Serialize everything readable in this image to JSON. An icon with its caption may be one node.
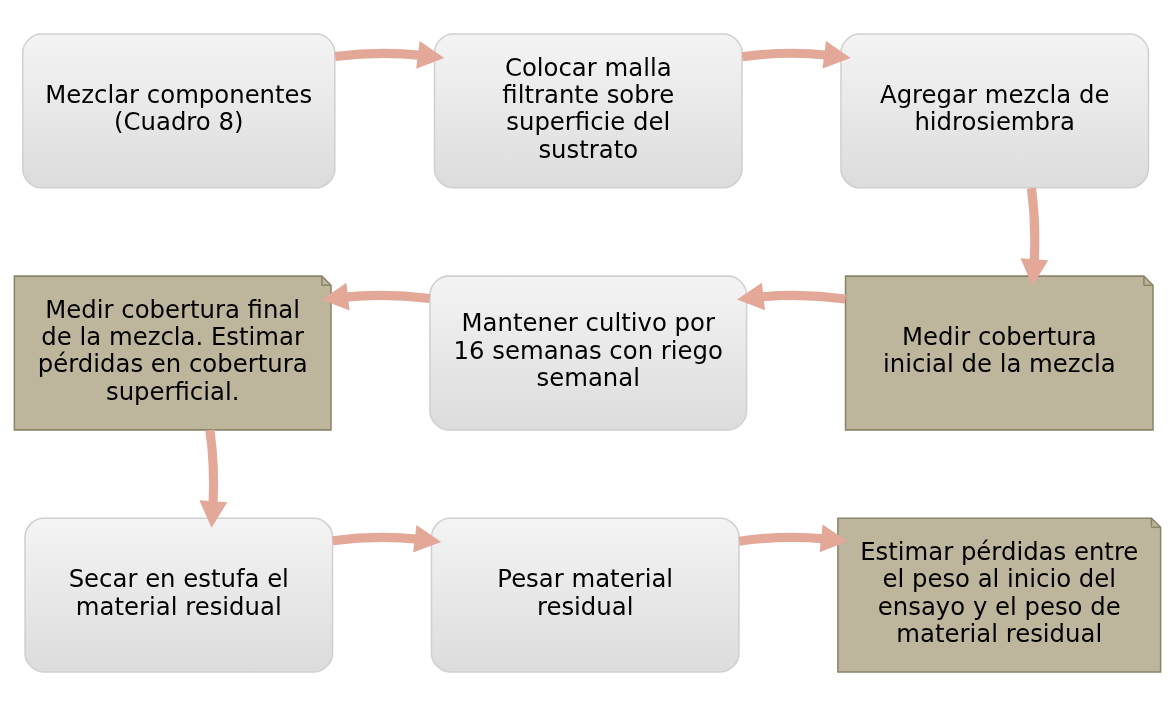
{
  "diagram": {
    "nodes": [
      {
        "text": [
          "Mezclar componentes (Cuadro 8)"
        ]
      },
      {
        "text": [
          "Colocar malla filtrante sobre superficie del sustrato"
        ]
      },
      {
        "text": [
          "Agregar mezcla de hidrosiembra"
        ]
      },
      {
        "text": [
          "Medir cobertura inicial de la mezcla"
        ]
      },
      {
        "text": [
          "Mantener cultivo por 16 semanas con riego semanal"
        ]
      },
      {
        "text": [
          "Medir cobertura final de la mezcla. Estimar pérdidas en cobertura superficial."
        ]
      },
      {
        "text": [
          "Secar en estufa el material residual"
        ]
      },
      {
        "text": [
          "Pesar material residual"
        ]
      },
      {
        "text": [
          "Estimar pérdidas entre el peso al inicio del ensayo y el peso de material residual"
        ]
      }
    ],
    "edges": [
      {
        "from": 0,
        "to": 1,
        "arrow": "to"
      },
      {
        "from": 1,
        "to": 2,
        "arrow": "to"
      },
      {
        "from": 2,
        "to": 3,
        "arrow": "to"
      },
      {
        "from": 3,
        "to": 4,
        "arrow": "to"
      },
      {
        "from": 4,
        "to": 5,
        "arrow": "to"
      },
      {
        "from": 5,
        "to": 6,
        "arrow": "to"
      },
      {
        "from": 6,
        "to": 7,
        "arrow": "to"
      },
      {
        "from": 7,
        "to": 8,
        "arrow": "to"
      }
    ]
  }
}
